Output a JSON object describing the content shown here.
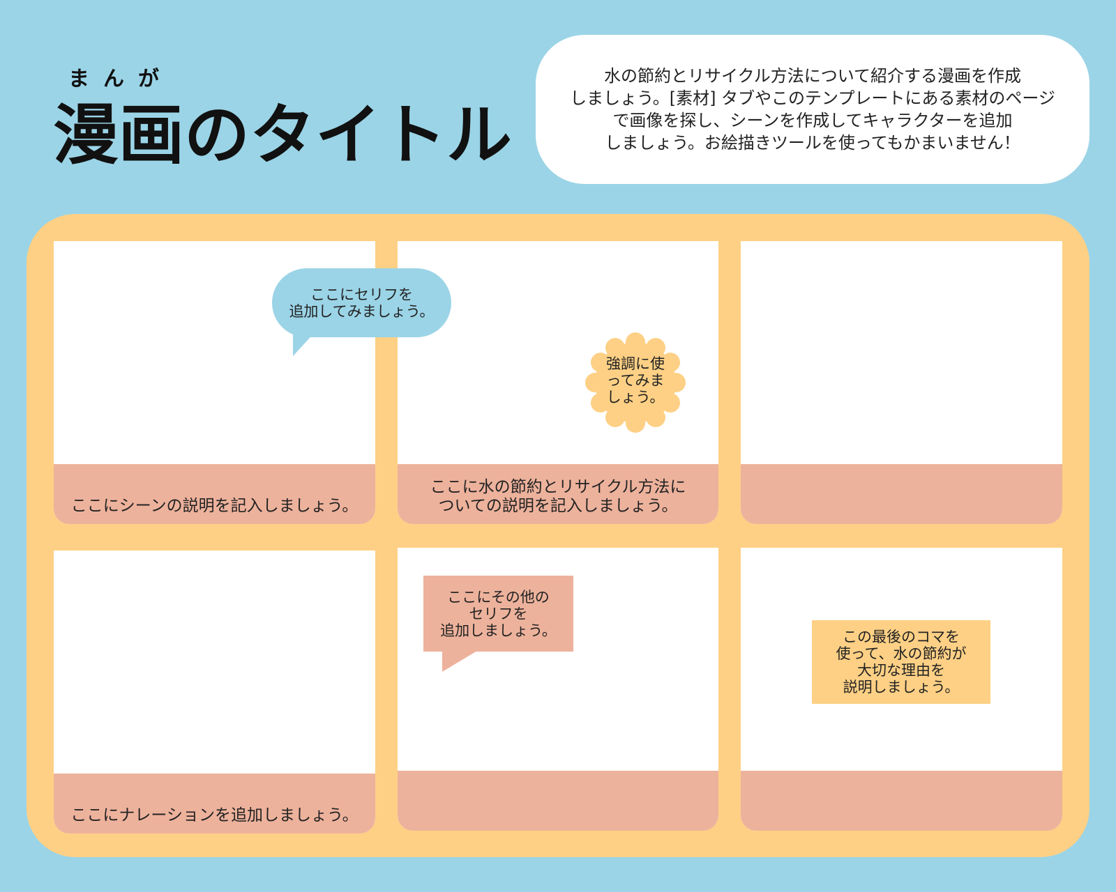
{
  "header": {
    "ruby": "まんが",
    "title": "漫画のタイトル",
    "instructions": "水の節約とリサイクル方法について紹介する漫画を作成\nしましょう。[素材] タブやこのテンプレートにある素材のページ\nで画像を探し、シーンを作成してキャラクターを追加\nしましょう。お絵描きツールを使ってもかまいません！"
  },
  "panels": {
    "p1": {
      "caption": "ここにシーンの説明を記入しましょう。"
    },
    "p2": {
      "caption": "ここに水の節約とリサイクル方法に\nついての説明を記入しましょう。"
    },
    "p3": {
      "caption": ""
    },
    "p4": {
      "caption": "ここにナレーションを追加しましょう。"
    },
    "p5": {
      "caption": ""
    },
    "p6": {
      "caption": ""
    }
  },
  "bubbles": {
    "speech_blue": "ここにセリフを\n追加してみましょう。",
    "burst": "強調に使\nってみま\nしょう。",
    "speech_salmon": "ここにその他の\nセリフを\n追加しましょう。",
    "note": "この最後のコマを\n使って、水の節約が\n大切な理由を\n説明しましょう。"
  },
  "colors": {
    "background": "#9bd4e7",
    "board": "#fdd085",
    "caption": "#edb29c",
    "panel": "#ffffff"
  }
}
